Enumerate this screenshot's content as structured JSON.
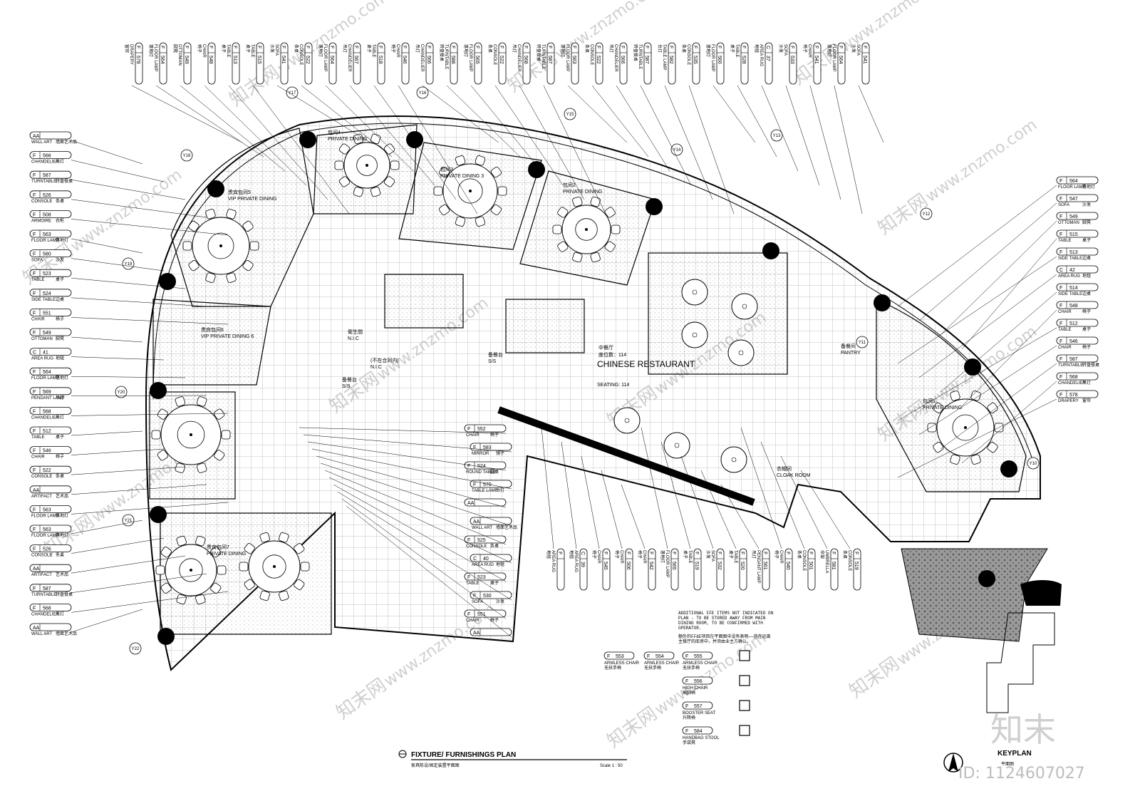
{
  "title_block": {
    "title_en": "FIXTURE/ FURNISHINGS PLAN",
    "title_cn": "家具陈设/固定装置平面图",
    "scale": "Scale 1 : 50",
    "keyplan": "KEYPLAN",
    "keyplan_cn": "平面图"
  },
  "rooms": [
    {
      "cn": "贵宾包间5",
      "en": "VIP PRIVATE DINING"
    },
    {
      "cn": "包间4",
      "en": "PRIVATE DINING"
    },
    {
      "cn": "包间3",
      "en": "PRIVATE DINING 3"
    },
    {
      "cn": "包间2",
      "en": "PRIVATE DINING"
    },
    {
      "cn": "贵宾包间6",
      "en": "VIP PRIVATE DINING 6"
    },
    {
      "cn": "贵宾包间7",
      "en": "PRIVATE DINING"
    },
    {
      "cn": "包间1",
      "en": "PRIVATE DINING"
    },
    {
      "cn": "备餐间",
      "en": "PANTRY"
    },
    {
      "cn": "衣帽间",
      "en": "CLOAK ROOM"
    },
    {
      "cn": "备餐台",
      "en": "S/S"
    },
    {
      "cn": "备餐台",
      "en": "S/S"
    },
    {
      "cn": "(不在合同内)",
      "en": "N.I.C"
    },
    {
      "cn": "衛生間",
      "en": "N.I.C"
    }
  ],
  "main_hall": {
    "cn": "中餐厅",
    "seats_cn": "座位数：114",
    "en": "CHINESE RESTAURANT",
    "seating": "SEATING: 114"
  },
  "left_tags": [
    {
      "code": "AA",
      "num": "",
      "en": "WALL ART",
      "cn": "墙面艺术品"
    },
    {
      "code": "F",
      "num": "566",
      "en": "CHANDELIER",
      "cn": "吊灯"
    },
    {
      "code": "F",
      "num": "587",
      "en": "TURNTABLE",
      "cn": "转盘餐桌"
    },
    {
      "code": "F",
      "num": "526",
      "en": "CONSOLE",
      "cn": "条桌"
    },
    {
      "code": "F",
      "num": "508",
      "en": "ARMOIRE",
      "cn": "衣柜"
    },
    {
      "code": "F",
      "num": "563",
      "en": "FLOOR LAMP",
      "cn": "落地灯"
    },
    {
      "code": "F",
      "num": "580",
      "en": "SOFA",
      "cn": "沙发"
    },
    {
      "code": "F",
      "num": "523",
      "en": "TABLE",
      "cn": "桌子"
    },
    {
      "code": "F",
      "num": "524",
      "en": "SIDE TABLE",
      "cn": "边桌"
    },
    {
      "code": "F",
      "num": "551",
      "en": "CHAIR",
      "cn": "椅子"
    },
    {
      "code": "F",
      "num": "549",
      "en": "OTTOMAN",
      "cn": "脚凳"
    },
    {
      "code": "C",
      "num": "41",
      "en": "AREA RUG",
      "cn": "地毯"
    },
    {
      "code": "F",
      "num": "564",
      "en": "FLOOR LAMP",
      "cn": "落地灯"
    },
    {
      "code": "F",
      "num": "569",
      "en": "PENDANT LAMP",
      "cn": "吊灯"
    },
    {
      "code": "F",
      "num": "568",
      "en": "CHANDELIER",
      "cn": "吊灯"
    },
    {
      "code": "F",
      "num": "512",
      "en": "TABLE",
      "cn": "桌子"
    },
    {
      "code": "F",
      "num": "546",
      "en": "CHAIR",
      "cn": "椅子"
    },
    {
      "code": "F",
      "num": "522",
      "en": "CONSOLE",
      "cn": "条桌"
    },
    {
      "code": "AA",
      "num": "",
      "en": "ARTIFACT",
      "cn": "艺术品"
    },
    {
      "code": "F",
      "num": "563",
      "en": "FLOOR LAMP",
      "cn": "落地灯"
    },
    {
      "code": "F",
      "num": "563",
      "en": "FLOOR LAMP",
      "cn": "落地灯"
    },
    {
      "code": "F",
      "num": "526",
      "en": "CONSOLE",
      "cn": "条桌"
    },
    {
      "code": "AA",
      "num": "",
      "en": "ARTIFACT",
      "cn": "艺术品"
    },
    {
      "code": "F",
      "num": "587",
      "en": "TURNTABLE",
      "cn": "转盘餐桌"
    },
    {
      "code": "F",
      "num": "568",
      "en": "CHANDELIER",
      "cn": "吊灯"
    },
    {
      "code": "AA",
      "num": "",
      "en": "WALL ART",
      "cn": "墙面艺术品"
    }
  ],
  "right_tags": [
    {
      "code": "F",
      "num": "564",
      "en": "FLOOR LAMP",
      "cn": "落地灯"
    },
    {
      "code": "F",
      "num": "547",
      "en": "SOFA",
      "cn": "沙发"
    },
    {
      "code": "F",
      "num": "549",
      "en": "OTTOMAN",
      "cn": "脚凳"
    },
    {
      "code": "F",
      "num": "515",
      "en": "TABLE",
      "cn": "桌子"
    },
    {
      "code": "F",
      "num": "513",
      "en": "SIDE TABLE",
      "cn": "边桌"
    },
    {
      "code": "C",
      "num": "42",
      "en": "AREA RUG",
      "cn": "地毯"
    },
    {
      "code": "F",
      "num": "514",
      "en": "SIDE TABLE",
      "cn": "边桌"
    },
    {
      "code": "F",
      "num": "548",
      "en": "CHAIR",
      "cn": "椅子"
    },
    {
      "code": "F",
      "num": "512",
      "en": "TABLE",
      "cn": "桌子"
    },
    {
      "code": "F",
      "num": "546",
      "en": "CHAIR",
      "cn": "椅子"
    },
    {
      "code": "F",
      "num": "587",
      "en": "TURNTABLE",
      "cn": "转盘餐桌"
    },
    {
      "code": "F",
      "num": "568",
      "en": "CHANDELIER",
      "cn": "吊灯"
    },
    {
      "code": "F",
      "num": "578",
      "en": "DRAPERY",
      "cn": "窗帘"
    }
  ],
  "center_tags": [
    {
      "code": "F",
      "num": "552",
      "en": "CHAIR",
      "cn": "椅子"
    },
    {
      "code": "F",
      "num": "583",
      "en": "MIRROR",
      "cn": "镜子"
    },
    {
      "code": "F",
      "num": "524",
      "en": "ROUND TABLE",
      "cn": "圆桌"
    },
    {
      "code": "F",
      "num": "570",
      "en": "TABLE LAMP",
      "cn": "台灯"
    },
    {
      "code": "AA",
      "num": "",
      "en": "",
      "cn": ""
    },
    {
      "code": "AA",
      "num": "",
      "en": "WALL ART",
      "cn": "墙面艺术品"
    },
    {
      "code": "F",
      "num": "525",
      "en": "CONSOLE",
      "cn": "条桌"
    },
    {
      "code": "C",
      "num": "40",
      "en": "AREA RUG",
      "cn": "地毯"
    },
    {
      "code": "F",
      "num": "523",
      "en": "TABLE",
      "cn": "桌子"
    },
    {
      "code": "F",
      "num": "530",
      "en": "SOFA",
      "cn": "沙发"
    },
    {
      "code": "F",
      "num": "551",
      "en": "CHAIR",
      "cn": "椅子"
    },
    {
      "code": "AA",
      "num": "",
      "en": "",
      "cn": ""
    }
  ],
  "top_tags": [
    {
      "code": "F",
      "num": "578",
      "en": "DRAPERY",
      "cn": "窗帘"
    },
    {
      "code": "F",
      "num": "564",
      "en": "FLOOR LAMP",
      "cn": "落地灯"
    },
    {
      "code": "F",
      "num": "549",
      "en": "OTTOMAN",
      "cn": "脚凳"
    },
    {
      "code": "F",
      "num": "548",
      "en": "CHAIR",
      "cn": "椅子"
    },
    {
      "code": "F",
      "num": "513",
      "en": "TABLE",
      "cn": "桌子"
    },
    {
      "code": "F",
      "num": "515",
      "en": "TABLE",
      "cn": "桌子"
    },
    {
      "code": "F",
      "num": "541",
      "en": "SOFA",
      "cn": "沙发"
    },
    {
      "code": "F",
      "num": "522",
      "en": "CONSOLE",
      "cn": "条桌"
    },
    {
      "code": "F",
      "num": "564",
      "en": "FLOOR LAMP",
      "cn": "落地灯"
    },
    {
      "code": "F",
      "num": "567",
      "en": "CHANDELIER",
      "cn": "吊灯"
    },
    {
      "code": "F",
      "num": "518",
      "en": "TABLE",
      "cn": "桌子"
    },
    {
      "code": "F",
      "num": "546",
      "en": "CHAIR",
      "cn": "椅子"
    },
    {
      "code": "F",
      "num": "566",
      "en": "CHANDELIER",
      "cn": "吊灯"
    },
    {
      "code": "F",
      "num": "588",
      "en": "TURNTABLE",
      "cn": "转盘餐桌"
    },
    {
      "code": "F",
      "num": "565",
      "en": "FLOOR LAMP",
      "cn": "落地灯"
    },
    {
      "code": "F",
      "num": "522",
      "en": "CONSOLE",
      "cn": "条桌"
    },
    {
      "code": "F",
      "num": "568",
      "en": "CHANDELIER",
      "cn": "吊灯"
    },
    {
      "code": "F",
      "num": "587",
      "en": "TURNTABLE",
      "cn": "转盘餐桌"
    },
    {
      "code": "F",
      "num": "563",
      "en": "FLOOR LAMP",
      "cn": "落地灯"
    },
    {
      "code": "F",
      "num": "522",
      "en": "CONSOLE",
      "cn": "条桌"
    },
    {
      "code": "F",
      "num": "566",
      "en": "CHANDELIER",
      "cn": "吊灯"
    },
    {
      "code": "F",
      "num": "587",
      "en": "TURNTABLE",
      "cn": "转盘餐桌"
    },
    {
      "code": "F",
      "num": "582",
      "en": "TABLE LAMP",
      "cn": "台灯"
    },
    {
      "code": "F",
      "num": "535",
      "en": "CONSOLE",
      "cn": "条桌"
    },
    {
      "code": "F",
      "num": "560",
      "en": "FLOOR LAMP",
      "cn": "落地灯"
    },
    {
      "code": "F",
      "num": "528",
      "en": "TABLE",
      "cn": "桌子"
    },
    {
      "code": "C",
      "num": "37",
      "en": "AREA RUG",
      "cn": "地毯"
    },
    {
      "code": "F",
      "num": "533",
      "en": "SOFA",
      "cn": "沙发"
    },
    {
      "code": "F",
      "num": "541",
      "en": "CHAIR",
      "cn": "椅子"
    },
    {
      "code": "F",
      "num": "564",
      "en": "FLOOR LAMP",
      "cn": "落地灯"
    },
    {
      "code": "F",
      "num": "541",
      "en": "SOFA",
      "cn": "沙发"
    }
  ],
  "bottom_tags": [
    {
      "code": "F",
      "num": "",
      "en": "AREA RUG",
      "cn": "地毯"
    },
    {
      "code": "C",
      "num": "39",
      "en": "AREA RUG",
      "cn": "地毯"
    },
    {
      "code": "F",
      "num": "545",
      "en": "CHAIR",
      "cn": "椅子"
    },
    {
      "code": "F",
      "num": "506",
      "en": "CHAIR",
      "cn": "椅子"
    },
    {
      "code": "F",
      "num": "542",
      "en": "CHAIR",
      "cn": "椅子"
    },
    {
      "code": "F",
      "num": "565",
      "en": "FLOOR LAMP",
      "cn": "落地灯"
    },
    {
      "code": "F",
      "num": "519",
      "en": "TABLE",
      "cn": "桌子"
    },
    {
      "code": "F",
      "num": "532",
      "en": "SOFA",
      "cn": "沙发"
    },
    {
      "code": "F",
      "num": "520",
      "en": "TABLE",
      "cn": "桌子"
    },
    {
      "code": "F",
      "num": "561",
      "en": "PENDANT LAMP",
      "cn": "吊灯"
    },
    {
      "code": "F",
      "num": "540",
      "en": "CHAIR",
      "cn": "椅子"
    },
    {
      "code": "F",
      "num": "501",
      "en": "CONSOLE",
      "cn": "条桌"
    },
    {
      "code": "F",
      "num": "581",
      "en": "UMBRELLA",
      "cn": "伞架"
    },
    {
      "code": "F",
      "num": "519",
      "en": "CONSOLE",
      "cn": "条桌"
    }
  ],
  "grid_markers": [
    "Y11",
    "Y12",
    "Y13",
    "Y14",
    "Y15",
    "Y16",
    "Y17",
    "Y18",
    "Y19",
    "Y20",
    "Y21",
    "Y22",
    "Y10"
  ],
  "legend": {
    "note_en": "ADDITIONAL FFE ITEMS NOT INDICATED ON PLAN - TO BE STORED AWAY FROM MAIN DINING ROOM, TO BE CONFIRMED WITH OPERATOR.",
    "note_cn": "额外的FF&E项目在平面图中没有表明——放在远离主餐厅的库房中，并须由业主方确认。",
    "items": [
      {
        "num": "553",
        "en": "ARMLESS CHAIR",
        "cn": "无扶手椅"
      },
      {
        "num": "554",
        "en": "ARMLESS CHAIR",
        "cn": "无扶手椅"
      },
      {
        "num": "555",
        "en": "ARMLESS CHAIR",
        "cn": "无扶手椅"
      },
      {
        "num": "556",
        "en": "HIGH CHAIR",
        "cn": "高脚椅"
      },
      {
        "num": "557",
        "en": "BOOSTER SEAT",
        "cn": "升降椅"
      },
      {
        "num": "584",
        "en": "HANDBAG STOOL",
        "cn": "手袋凳"
      }
    ]
  },
  "watermark": {
    "brand": "知末",
    "site": "www.znzmo.com",
    "site2": "znzmo.com",
    "cn": "知末网",
    "id": "ID: 1124607027"
  }
}
